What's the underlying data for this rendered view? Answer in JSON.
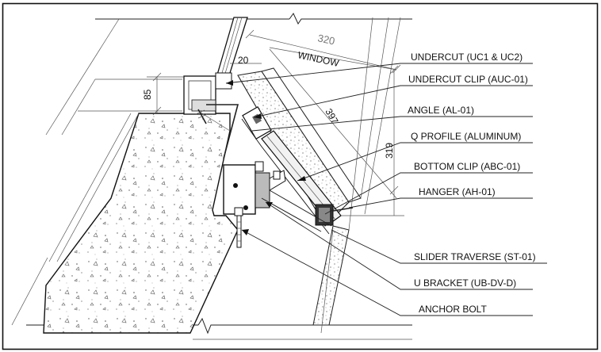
{
  "labels": {
    "undercut": "UNDERCUT (UC1 & UC2)",
    "undercut_clip": "UNDERCUT CLIP (AUC-01)",
    "angle": "ANGLE (AL-01)",
    "q_profile": "Q PROFILE (ALUMINUM)",
    "bottom_clip": "BOTTOM CLIP (ABC-01)",
    "hanger": "HANGER (AH-01)",
    "slider_traverse": "SLIDER TRAVERSE (ST-01)",
    "u_bracket": "U BRACKET (UB-DV-D)",
    "anchor_bolt": "ANCHOR BOLT"
  },
  "dimensions": {
    "d320": "320",
    "window": "WINDOW",
    "d20": "20",
    "d85": "85",
    "d397": "397",
    "d319": "319"
  }
}
